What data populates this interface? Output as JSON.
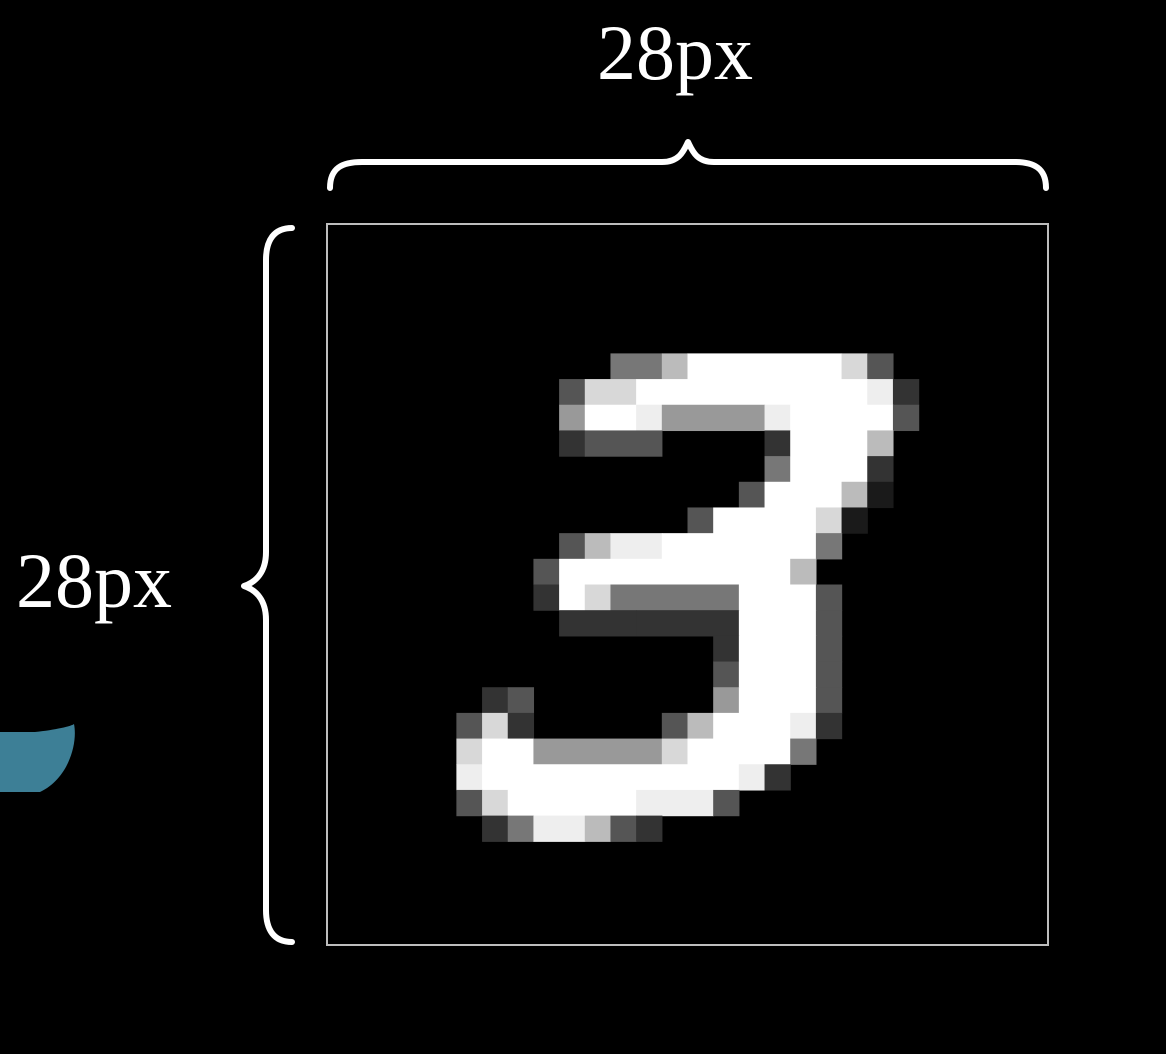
{
  "labels": {
    "width_label": "28px",
    "height_label": "28px"
  },
  "image": {
    "rows": 28,
    "cols": 28,
    "depicted_digit": "3",
    "border_color": "#bdbdbd",
    "pixel_color": "#ffffff"
  },
  "colors": {
    "background": "#000000",
    "bracket": "#ffffff",
    "blob": "#3d7f96"
  }
}
